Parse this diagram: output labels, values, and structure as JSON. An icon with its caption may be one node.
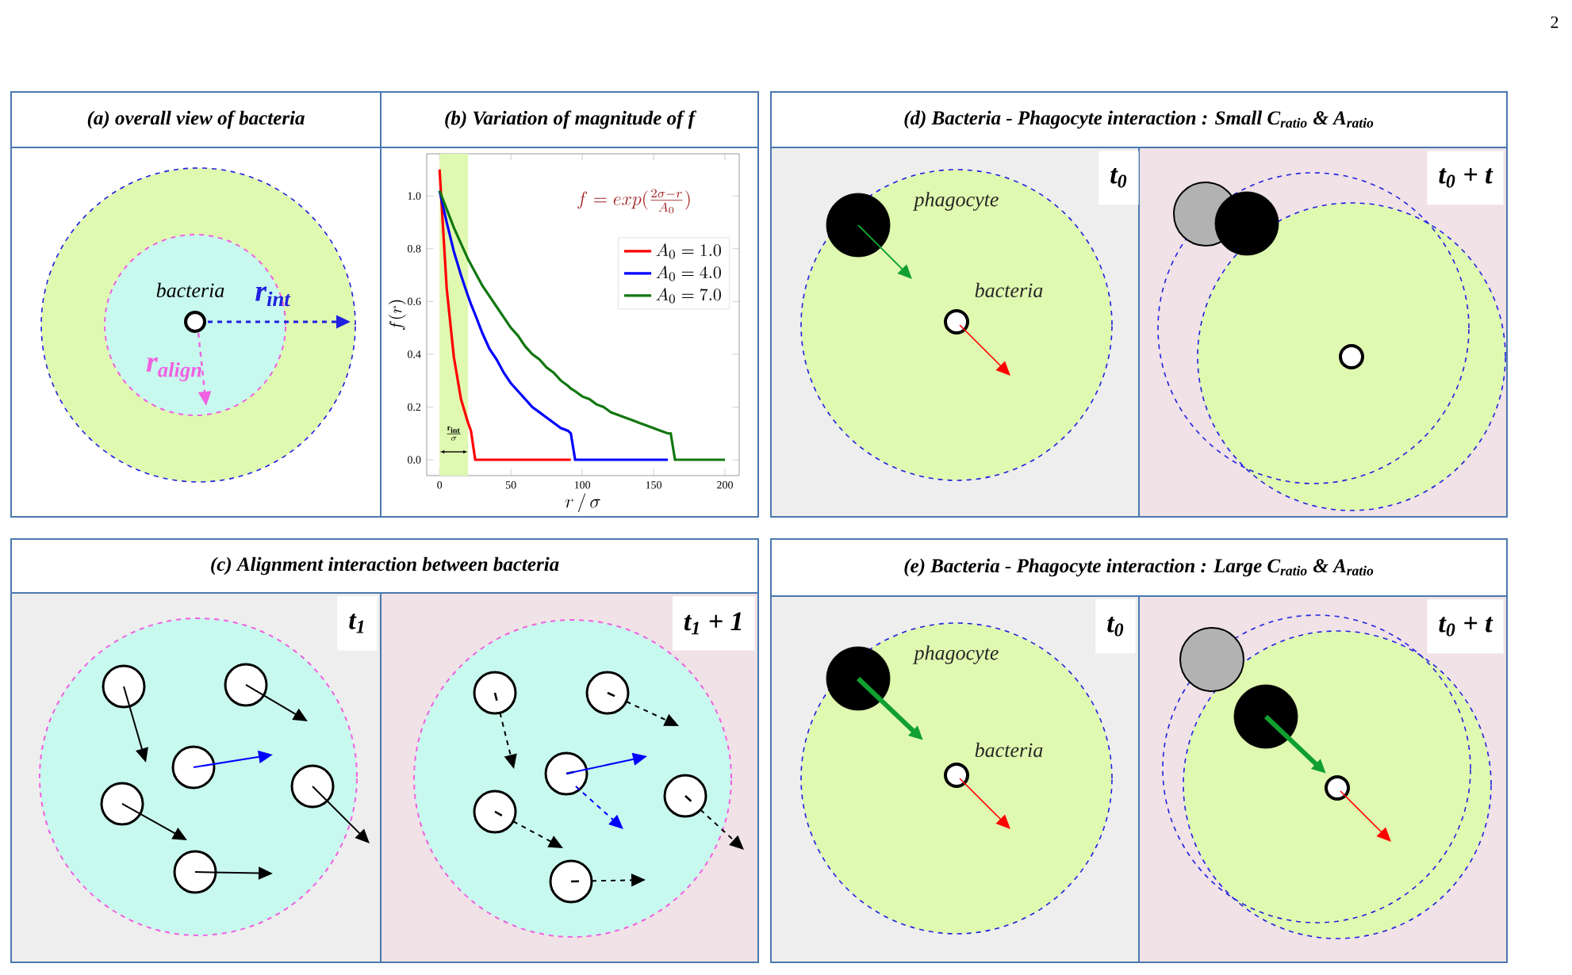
{
  "diagram": {
    "nodes": [
      {
        "text": [
          "(a) overall view of bacteria"
        ]
      },
      {
        "text": [
          "(b) Variation of magnitude of f"
        ]
      },
      {
        "text": [
          "(d) Bacteria - Phagocyte interaction : Small C$_{ratio}$ & A$_{ratio}$"
        ]
      },
      {
        "text": [
          "t$_{0}$"
        ]
      },
      {
        "text": [
          "t$_{0}$ + t"
        ]
      },
      {
        "text": [
          "(c) Alignment interaction between bacteria"
        ]
      },
      {
        "text": [
          "t$_{1}$"
        ]
      },
      {
        "text": [
          "t$_{1}$ + 1"
        ]
      },
      {
        "text": [
          "(e) Bacteria - Phagocyte interaction : Large C$_{ratio}$ & A$_{ratio}$"
        ]
      },
      {
        "text": [
          "t$_{0}$"
        ]
      },
      {
        "text": [
          "t$_{0}$ + t"
        ]
      }
    ],
    "labels": [
      "2",
      "bacteria",
      "r$_{int}$",
      "r$_{align}$",
      "phagocyte",
      "bacteria",
      "phagocyte",
      "bacteria"
    ],
    "chart_data": {
      "type": "line",
      "xlabel": "r\\,/\\,\\sigma",
      "ylabel": "f(r)",
      "x": [
        0,
        5,
        10,
        15,
        20,
        22,
        25,
        30,
        35,
        40,
        45,
        50,
        55,
        60,
        65,
        70,
        75,
        80,
        85,
        90,
        92,
        95,
        100,
        105,
        110,
        115,
        120,
        125,
        130,
        135,
        140,
        145,
        150,
        155,
        160,
        162,
        165,
        170,
        175,
        180,
        185,
        190,
        195,
        200
      ],
      "series": [
        {
          "name": "A_0 = 1.0",
          "color": "#ff0000",
          "values": [
            1.1,
            0.65,
            0.39,
            0.23,
            0.14,
            0.11,
            0,
            0,
            0,
            0,
            0,
            0,
            0,
            0,
            0,
            0,
            0,
            0,
            0,
            0,
            0,
            null,
            null,
            null,
            null,
            null,
            null,
            null,
            null,
            null,
            null,
            null,
            null,
            null,
            null,
            null,
            null,
            null,
            null,
            null,
            null,
            null,
            null,
            null
          ]
        },
        {
          "name": "A_0 = 4.0",
          "color": "#0000ff",
          "values": [
            1.02,
            0.9,
            0.79,
            0.7,
            0.62,
            0.59,
            0.55,
            0.48,
            0.42,
            0.38,
            0.33,
            0.29,
            0.26,
            0.23,
            0.2,
            0.18,
            0.16,
            0.14,
            0.12,
            0.11,
            0.1,
            0,
            0,
            0,
            0,
            0,
            0,
            0,
            0,
            0,
            0,
            0,
            0,
            0,
            0,
            null,
            null,
            null,
            null,
            null,
            null,
            null,
            null,
            null
          ]
        },
        {
          "name": "A_0 = 7.0",
          "color": "#117711",
          "values": [
            1.02,
            0.95,
            0.88,
            0.82,
            0.76,
            0.74,
            0.71,
            0.66,
            0.62,
            0.58,
            0.54,
            0.5,
            0.47,
            0.43,
            0.4,
            0.38,
            0.35,
            0.33,
            0.3,
            0.28,
            0.27,
            0.26,
            0.24,
            0.23,
            0.21,
            0.2,
            0.18,
            0.17,
            0.16,
            0.15,
            0.14,
            0.13,
            0.12,
            0.11,
            0.1,
            0.1,
            0,
            0,
            0,
            0,
            0,
            0,
            0,
            0
          ]
        }
      ],
      "bands": [
        {
          "axis": "x",
          "from": 0,
          "to": 20,
          "color": "#e0f9b0"
        }
      ],
      "legend": true,
      "xlim": [
        -9,
        210
      ],
      "ylim": [
        -0.06,
        1.16
      ],
      "xticks": [
        0,
        50,
        100,
        150,
        200
      ],
      "yticks": [
        {
          "value": 0,
          "label": "0.0"
        },
        {
          "value": 0.2,
          "label": "0.2"
        },
        {
          "value": 0.4,
          "label": "0.4"
        },
        {
          "value": 0.6,
          "label": "0.6"
        },
        {
          "value": 0.8,
          "label": "0.8"
        },
        {
          "value": 1.0,
          "label": "1.0"
        }
      ],
      "annotations": [
        "f = exp(\\frac{2\\sigma - r}{A_0})",
        "\\frac{\\mathbf{r_{int}}}{\\sigma}"
      ]
    }
  }
}
